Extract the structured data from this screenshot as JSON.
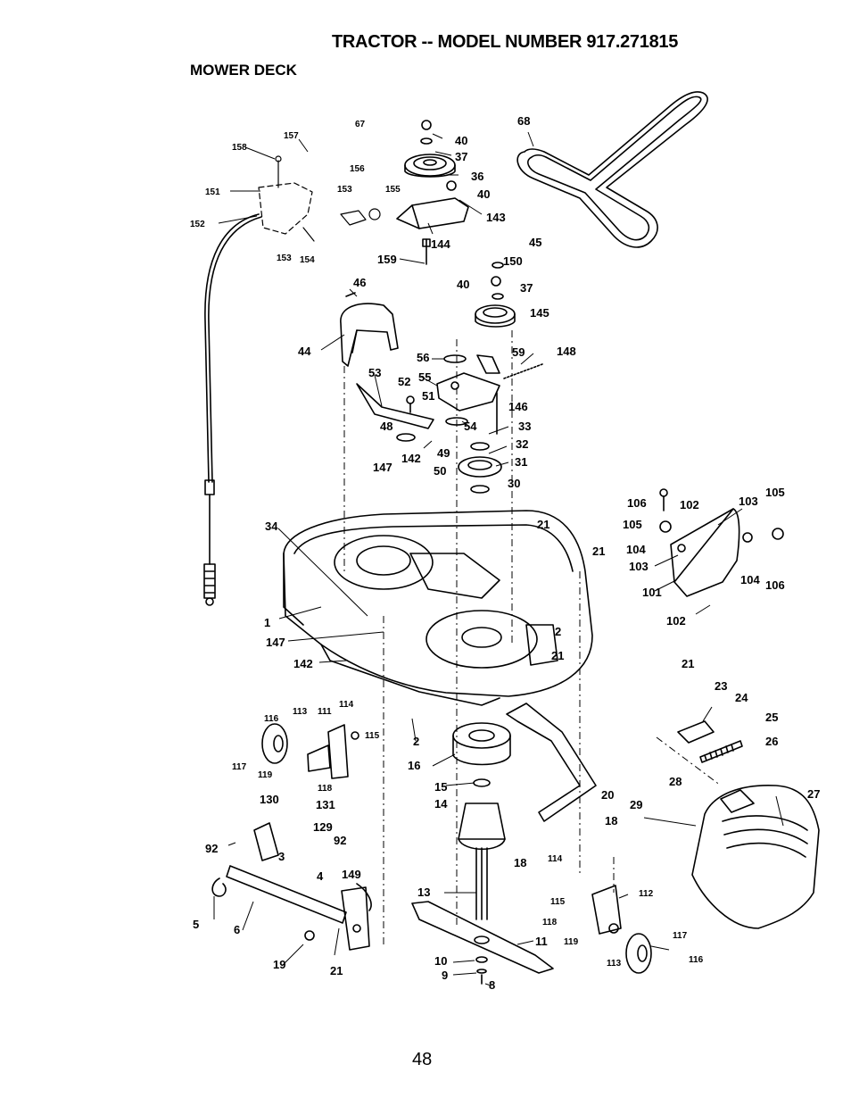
{
  "header": {
    "title": "TRACTOR -- MODEL NUMBER 917.271815",
    "subtitle": "MOWER DECK"
  },
  "page_number": "48",
  "colors": {
    "ink": "#000000",
    "paper": "#ffffff"
  },
  "parts": [
    {
      "id": "p157",
      "text": "157",
      "small": true
    },
    {
      "id": "p67",
      "text": "67",
      "small": true
    },
    {
      "id": "p158",
      "text": "158",
      "small": true
    },
    {
      "id": "p156",
      "text": "156",
      "small": true
    },
    {
      "id": "p151",
      "text": "151",
      "small": true
    },
    {
      "id": "p153a",
      "text": "153",
      "small": true
    },
    {
      "id": "p155",
      "text": "155",
      "small": true
    },
    {
      "id": "p152",
      "text": "152",
      "small": true
    },
    {
      "id": "p153b",
      "text": "153",
      "small": true
    },
    {
      "id": "p154",
      "text": "154",
      "small": true
    },
    {
      "id": "p40a",
      "text": "40"
    },
    {
      "id": "p37a",
      "text": "37"
    },
    {
      "id": "p36",
      "text": "36"
    },
    {
      "id": "p40b",
      "text": "40"
    },
    {
      "id": "p143",
      "text": "143"
    },
    {
      "id": "p144",
      "text": "144"
    },
    {
      "id": "p159",
      "text": "159"
    },
    {
      "id": "p68",
      "text": "68"
    },
    {
      "id": "p45",
      "text": "45"
    },
    {
      "id": "p150",
      "text": "150"
    },
    {
      "id": "p46",
      "text": "46"
    },
    {
      "id": "p40c",
      "text": "40"
    },
    {
      "id": "p37b",
      "text": "37"
    },
    {
      "id": "p145",
      "text": "145"
    },
    {
      "id": "p44",
      "text": "44"
    },
    {
      "id": "p56",
      "text": "56"
    },
    {
      "id": "p59",
      "text": "59"
    },
    {
      "id": "p148",
      "text": "148"
    },
    {
      "id": "p53",
      "text": "53"
    },
    {
      "id": "p52",
      "text": "52"
    },
    {
      "id": "p55",
      "text": "55"
    },
    {
      "id": "p51",
      "text": "51"
    },
    {
      "id": "p146",
      "text": "146"
    },
    {
      "id": "p54",
      "text": "54"
    },
    {
      "id": "p33",
      "text": "33"
    },
    {
      "id": "p48",
      "text": "48"
    },
    {
      "id": "p49",
      "text": "49"
    },
    {
      "id": "p32",
      "text": "32"
    },
    {
      "id": "p142a",
      "text": "142"
    },
    {
      "id": "p147a",
      "text": "147"
    },
    {
      "id": "p50",
      "text": "50"
    },
    {
      "id": "p31",
      "text": "31"
    },
    {
      "id": "p30",
      "text": "30"
    },
    {
      "id": "p21a",
      "text": "21"
    },
    {
      "id": "p34",
      "text": "34"
    },
    {
      "id": "p21b",
      "text": "21"
    },
    {
      "id": "p106a",
      "text": "106"
    },
    {
      "id": "p102a",
      "text": "102"
    },
    {
      "id": "p103a",
      "text": "103"
    },
    {
      "id": "p105a",
      "text": "105"
    },
    {
      "id": "p105b",
      "text": "105"
    },
    {
      "id": "p104a",
      "text": "104"
    },
    {
      "id": "p103b",
      "text": "103"
    },
    {
      "id": "p104b",
      "text": "104"
    },
    {
      "id": "p106b",
      "text": "106"
    },
    {
      "id": "p101",
      "text": "101"
    },
    {
      "id": "p102b",
      "text": "102"
    },
    {
      "id": "p1",
      "text": "1"
    },
    {
      "id": "p147b",
      "text": "147"
    },
    {
      "id": "p2a",
      "text": "2"
    },
    {
      "id": "p21c",
      "text": "21"
    },
    {
      "id": "p142b",
      "text": "142"
    },
    {
      "id": "p21d",
      "text": "21"
    },
    {
      "id": "p23",
      "text": "23"
    },
    {
      "id": "p24",
      "text": "24"
    },
    {
      "id": "p113a",
      "text": "113",
      "small": true
    },
    {
      "id": "p111",
      "text": "111",
      "small": true
    },
    {
      "id": "p114a",
      "text": "114",
      "small": true
    },
    {
      "id": "p116a",
      "text": "116",
      "small": true
    },
    {
      "id": "p115a",
      "text": "115",
      "small": true
    },
    {
      "id": "p25",
      "text": "25"
    },
    {
      "id": "p2b",
      "text": "2"
    },
    {
      "id": "p26",
      "text": "26"
    },
    {
      "id": "p117a",
      "text": "117",
      "small": true
    },
    {
      "id": "p119a",
      "text": "119",
      "small": true
    },
    {
      "id": "p16",
      "text": "16"
    },
    {
      "id": "p118a",
      "text": "118",
      "small": true
    },
    {
      "id": "p28",
      "text": "28"
    },
    {
      "id": "p15",
      "text": "15"
    },
    {
      "id": "p20",
      "text": "20"
    },
    {
      "id": "p27",
      "text": "27"
    },
    {
      "id": "p130",
      "text": "130"
    },
    {
      "id": "p131",
      "text": "131"
    },
    {
      "id": "p14",
      "text": "14"
    },
    {
      "id": "p29",
      "text": "29"
    },
    {
      "id": "p18a",
      "text": "18"
    },
    {
      "id": "p129",
      "text": "129"
    },
    {
      "id": "p92a",
      "text": "92"
    },
    {
      "id": "p92b",
      "text": "92"
    },
    {
      "id": "p3",
      "text": "3"
    },
    {
      "id": "p18b",
      "text": "18"
    },
    {
      "id": "p114b",
      "text": "114",
      "small": true
    },
    {
      "id": "p4",
      "text": "4"
    },
    {
      "id": "p149",
      "text": "149"
    },
    {
      "id": "p13",
      "text": "13"
    },
    {
      "id": "p115b",
      "text": "115",
      "small": true
    },
    {
      "id": "p112",
      "text": "112",
      "small": true
    },
    {
      "id": "p5",
      "text": "5"
    },
    {
      "id": "p6",
      "text": "6"
    },
    {
      "id": "p118b",
      "text": "118",
      "small": true
    },
    {
      "id": "p11",
      "text": "11"
    },
    {
      "id": "p119b",
      "text": "119",
      "small": true
    },
    {
      "id": "p117b",
      "text": "117",
      "small": true
    },
    {
      "id": "p19",
      "text": "19"
    },
    {
      "id": "p21e",
      "text": "21"
    },
    {
      "id": "p10",
      "text": "10"
    },
    {
      "id": "p113b",
      "text": "113",
      "small": true
    },
    {
      "id": "p116b",
      "text": "116",
      "small": true
    },
    {
      "id": "p9",
      "text": "9"
    },
    {
      "id": "p8",
      "text": "8"
    }
  ]
}
